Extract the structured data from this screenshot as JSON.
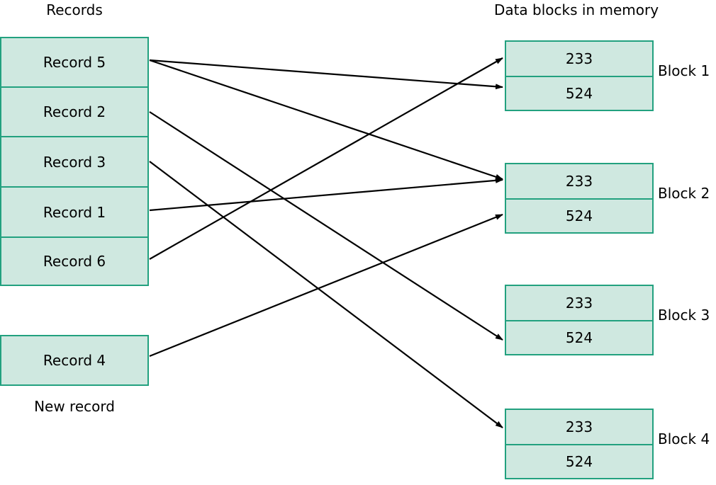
{
  "headers": {
    "records": "Records",
    "blocks": "Data blocks in memory"
  },
  "labels": {
    "new_record": "New record"
  },
  "colors": {
    "box_fill": "#cfe8e0",
    "box_border": "#22a17f",
    "arrow": "#000000",
    "background": "#ffffff",
    "text": "#000000"
  },
  "records_stack": {
    "items": [
      {
        "label": "Record 5"
      },
      {
        "label": "Record 2"
      },
      {
        "label": "Record 3"
      },
      {
        "label": "Record 1"
      },
      {
        "label": "Record 6"
      }
    ]
  },
  "new_record_box": {
    "label": "Record 4"
  },
  "blocks": [
    {
      "name": "Block 1",
      "slots": [
        "233",
        "524"
      ]
    },
    {
      "name": "Block 2",
      "slots": [
        "233",
        "524"
      ]
    },
    {
      "name": "Block 3",
      "slots": [
        "233",
        "524"
      ]
    },
    {
      "name": "Block 4",
      "slots": [
        "233",
        "524"
      ]
    }
  ],
  "connections": [
    {
      "from": "Record 5",
      "to": "Block 2 / 233"
    },
    {
      "from": "Record 2",
      "to": "Block 3 / 524"
    },
    {
      "from": "Record 3",
      "to": "Block 4 / 233"
    },
    {
      "from": "Record 1",
      "to": "Block 2 / 233"
    },
    {
      "from": "Record 6",
      "to": "Block 1 / 233"
    },
    {
      "from": "Record 4",
      "to": "Block 2 / 524"
    }
  ]
}
